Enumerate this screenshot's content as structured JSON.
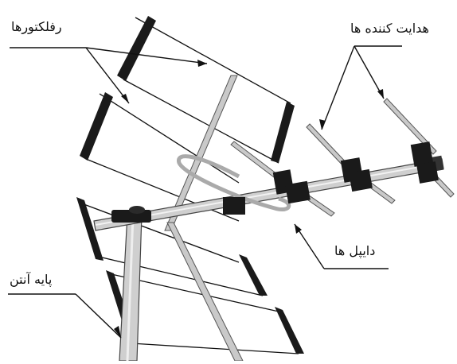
{
  "labels": {
    "reflectors": "رفلکتورها",
    "directors": "هدایت کننده ها",
    "dipoles": "دایپل ها",
    "antenna_base": "پایه آنتن"
  },
  "colors": {
    "reflector_fill": "#1a1a1a",
    "rod": "#bfbfbf",
    "rod_edge": "#555555",
    "line": "#111111",
    "mast": "#c8c8c8"
  }
}
